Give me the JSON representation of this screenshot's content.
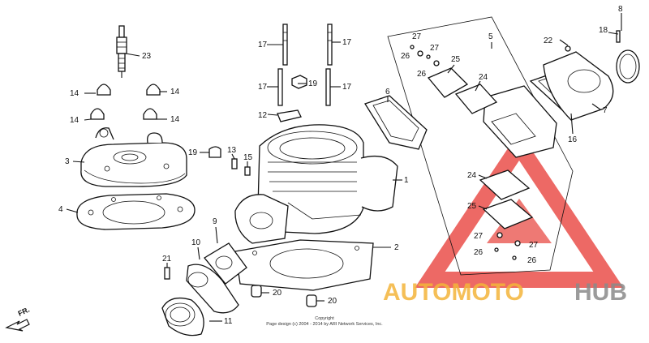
{
  "callouts": {
    "c1": "1",
    "c2": "2",
    "c3": "3",
    "c4": "4",
    "c5": "5",
    "c6": "6",
    "c7": "7",
    "c8": "8",
    "c9": "9",
    "c10": "10",
    "c11": "11",
    "c12": "12",
    "c13": "13",
    "c14a": "14",
    "c14b": "14",
    "c14c": "14",
    "c14d": "14",
    "c15": "15",
    "c16": "16",
    "c17a": "17",
    "c17b": "17",
    "c17c": "17",
    "c17d": "17",
    "c18": "18",
    "c19a": "19",
    "c19b": "19",
    "c20a": "20",
    "c20b": "20",
    "c21": "21",
    "c22": "22",
    "c23": "23",
    "c24a": "24",
    "c24b": "24",
    "c25a": "25",
    "c25b": "25",
    "c26a": "26",
    "c26b": "26",
    "c26c": "26",
    "c26d": "26",
    "c27a": "27",
    "c27b": "27",
    "c27c": "27",
    "c27d": "27"
  },
  "direction_label": "FR.",
  "copyright": {
    "line1": "Copyright",
    "line2": "Page design (c) 2004 - 2014 by ARI Network Services, Inc."
  },
  "watermark": {
    "part1": "AUTOMOTO",
    "part2": "HUB",
    "color_primary": "#f4b53a",
    "color_secondary": "#8a8a8a",
    "triangle_color": "#e8403a"
  }
}
